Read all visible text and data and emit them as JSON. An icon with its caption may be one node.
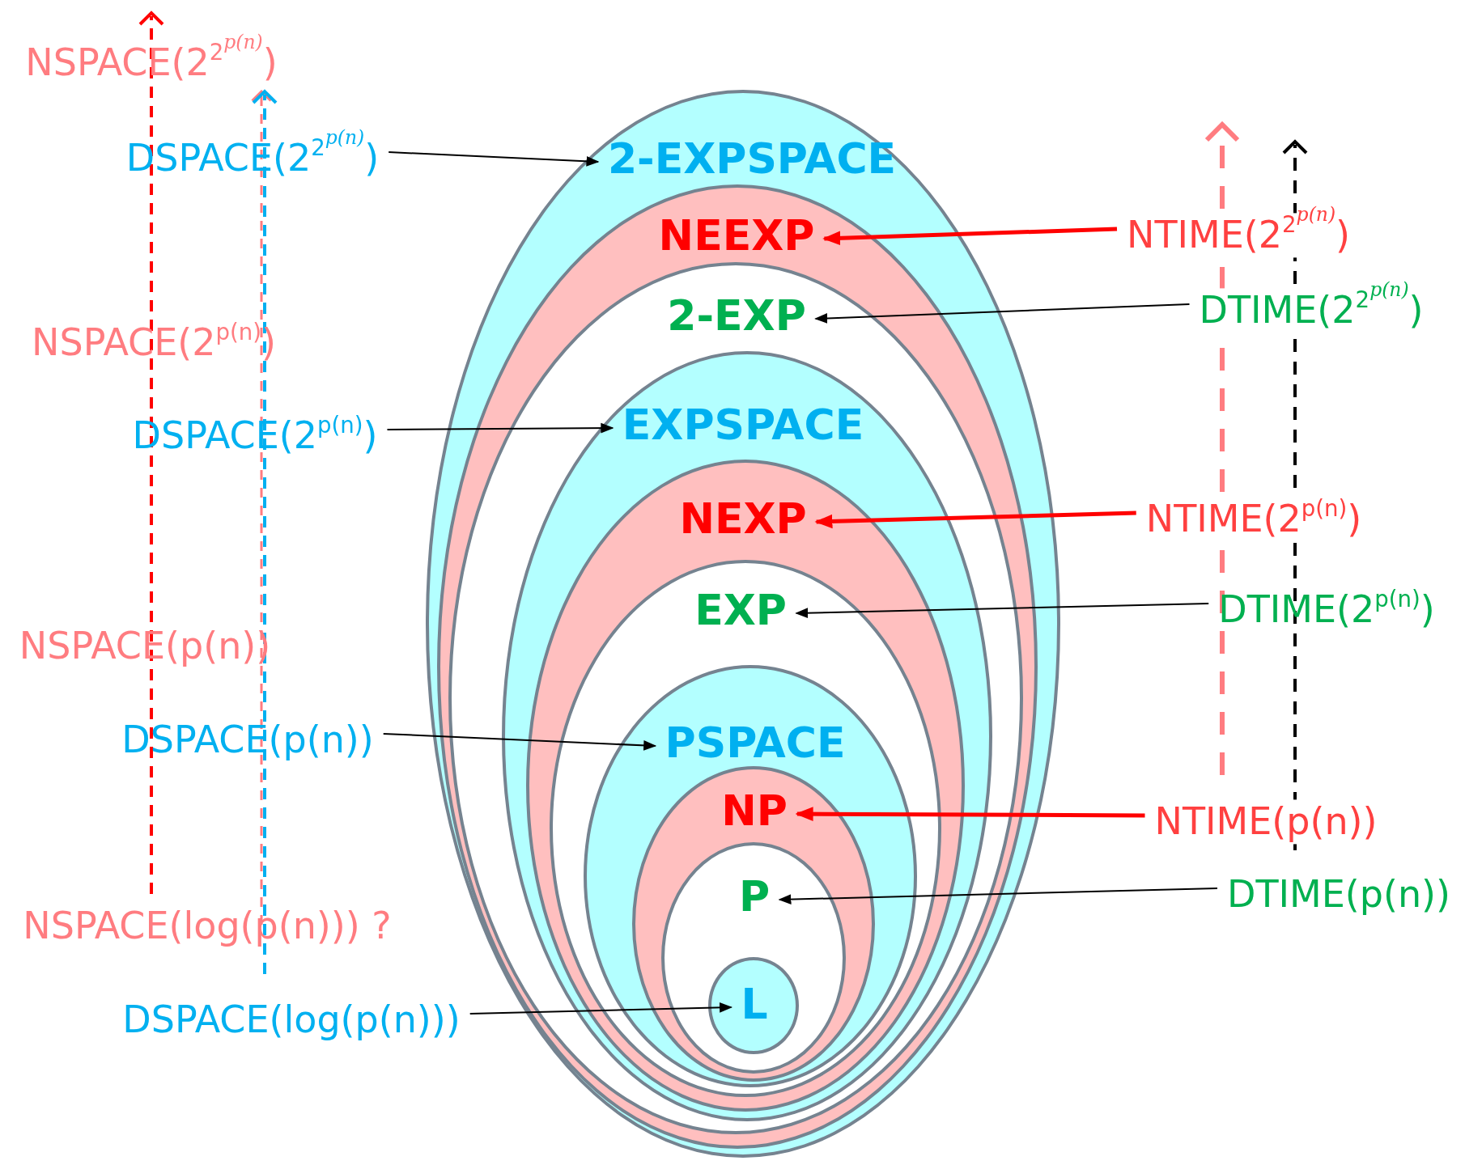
{
  "diagram": {
    "nodes": [
      {
        "text": [
          "2-EXPSPACE"
        ]
      },
      {
        "text": [
          "NEEXP"
        ],
        "in": 0
      },
      {
        "text": [
          "2-EXP"
        ],
        "in": 1
      },
      {
        "text": [
          "EXPSPACE"
        ],
        "in": 2
      },
      {
        "text": [
          "NEXP"
        ],
        "in": 3
      },
      {
        "text": [
          "EXP"
        ],
        "in": 4
      },
      {
        "text": [
          "PSPACE"
        ],
        "in": 5
      },
      {
        "text": [
          "NP"
        ],
        "in": 6
      },
      {
        "text": [
          "P"
        ],
        "in": 7
      },
      {
        "text": [
          "L"
        ],
        "in": 8
      },
      {
        "text": [
          "DSPACE(2$^{2}$$^{p(n)}$)"
        ]
      },
      {
        "text": [
          "NTIME(2$^{2}$$^{p(n)}$)"
        ]
      },
      {
        "text": [
          "DTIME(2$^{2}$$^{p(n)}$)"
        ]
      },
      {
        "text": [
          "DSPACE(2$^{p(n)}$)"
        ]
      },
      {
        "text": [
          "NTIME(2$^{p(n)}$)"
        ]
      },
      {
        "text": [
          "DTIME(2$^{p(n)}$)"
        ]
      },
      {
        "text": [
          "DSPACE(p(n))"
        ]
      },
      {
        "text": [
          "NTIME(p(n))"
        ]
      },
      {
        "text": [
          "DTIME(p(n))"
        ]
      },
      {
        "text": [
          "DSPACE(log(p(n)))"
        ]
      }
    ],
    "edges": [
      {
        "from": 10,
        "to": 0,
        "arrow": "to"
      },
      {
        "from": 11,
        "to": 1,
        "arrow": "to",
        "style": "thick",
        "color": "#ff0000"
      },
      {
        "from": 12,
        "to": 2,
        "arrow": "to"
      },
      {
        "from": 13,
        "to": 3,
        "arrow": "to"
      },
      {
        "from": 14,
        "to": 4,
        "arrow": "to",
        "style": "thick",
        "color": "#ff0000"
      },
      {
        "from": 15,
        "to": 5,
        "arrow": "to"
      },
      {
        "from": 16,
        "to": 6,
        "arrow": "to"
      },
      {
        "from": 17,
        "to": 7,
        "arrow": "to",
        "style": "thick",
        "color": "#ff0000"
      },
      {
        "from": 18,
        "to": 8,
        "arrow": "to"
      },
      {
        "from": 19,
        "to": 9,
        "arrow": "to"
      }
    ],
    "labels": [
      "NSPACE(2$^{2}$$^{p(n)}$)",
      "NSPACE(2$^{p(n)}$)",
      "NSPACE(p(n))",
      "NSPACE(log(p(n))) ?"
    ]
  }
}
